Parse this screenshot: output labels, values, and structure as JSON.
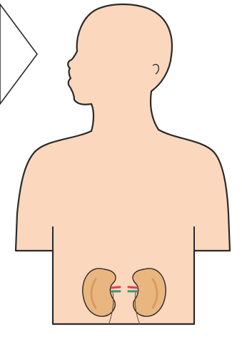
{
  "colors": {
    "skin": "#fbd7bd",
    "outline": "#2a2a2a",
    "kidney": "#eab67f",
    "kidney_shade": "#d89b62",
    "artery": "#d8434b",
    "vein": "#2f9a7d",
    "background": "#ffffff"
  },
  "figure": {
    "subject": "human-torso-silhouette",
    "organs": [
      "left-kidney",
      "right-kidney"
    ]
  }
}
